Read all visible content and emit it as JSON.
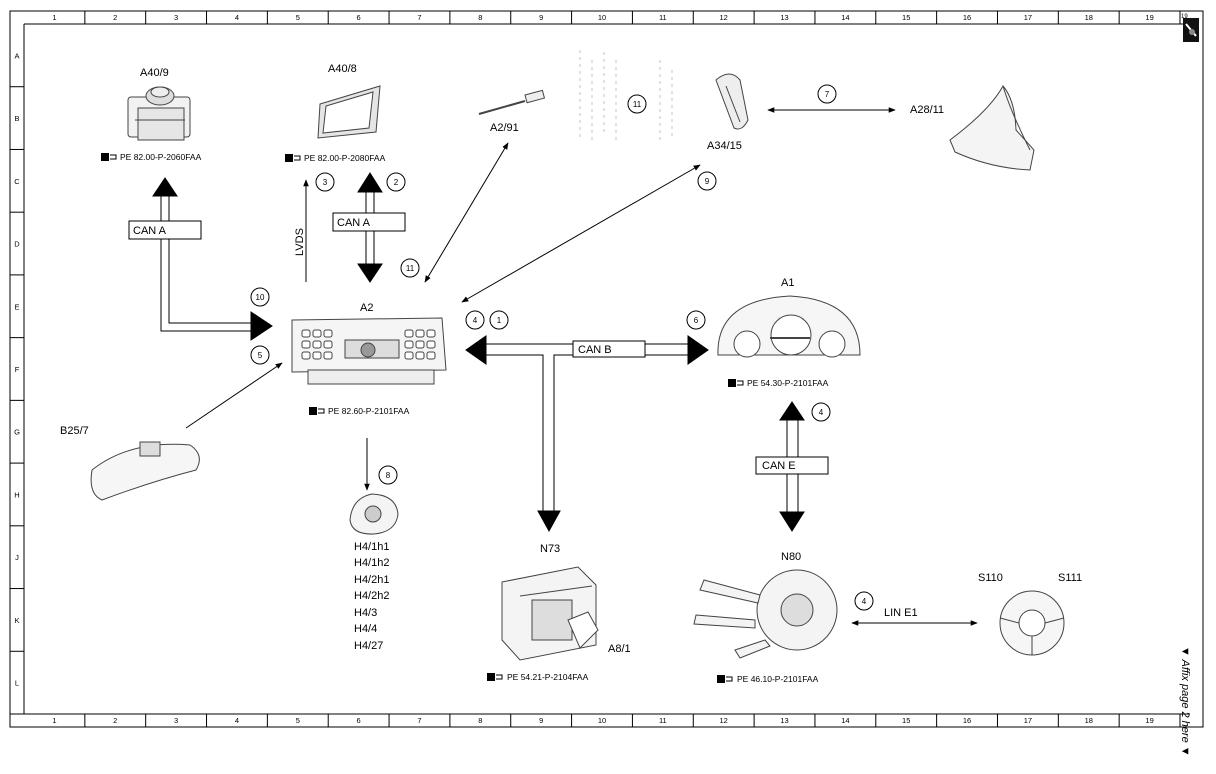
{
  "grid": {
    "columns": [
      "1",
      "2",
      "3",
      "4",
      "5",
      "6",
      "7",
      "8",
      "9",
      "10",
      "11",
      "12",
      "13",
      "14",
      "15",
      "16",
      "17",
      "18",
      "19"
    ],
    "rows": [
      "A",
      "B",
      "C",
      "D",
      "E",
      "F",
      "G",
      "H",
      "J",
      "K",
      "L"
    ]
  },
  "components": {
    "a40_9": {
      "label": "A40/9",
      "ref": "PE 82.00-P-2060FAA"
    },
    "a40_8": {
      "label": "A40/8",
      "ref": "PE 82.00-P-2080FAA"
    },
    "a2_91": {
      "label": "A2/91"
    },
    "a34_15": {
      "label": "A34/15"
    },
    "a28_11": {
      "label": "A28/11"
    },
    "a2": {
      "label": "A2",
      "ref": "PE 82.60-P-2101FAA"
    },
    "a1": {
      "label": "A1",
      "ref": "PE 54.30-P-2101FAA"
    },
    "b25_7": {
      "label": "B25/7"
    },
    "h4": {
      "labels": [
        "H4/1h1",
        "H4/1h2",
        "H4/2h1",
        "H4/2h2",
        "H4/3",
        "H4/4",
        "H4/27"
      ]
    },
    "n73": {
      "label": "N73",
      "ref": "PE 54.21-P-2104FAA"
    },
    "a8_1": {
      "label": "A8/1"
    },
    "n80": {
      "label": "N80",
      "ref": "PE 46.10-P-2101FAA"
    },
    "s110": {
      "label": "S110"
    },
    "s111": {
      "label": "S111"
    }
  },
  "buses": {
    "can_a_left": "CAN A",
    "can_a_right": "CAN A",
    "lvds": "LVDS",
    "can_b": "CAN B",
    "can_e": "CAN E",
    "lin_e1": "LIN E1"
  },
  "callouts": {
    "c1": "1",
    "c2": "2",
    "c3": "3",
    "c4a": "4",
    "c4b": "4",
    "c4c": "4",
    "c5": "5",
    "c6": "6",
    "c7": "7",
    "c8": "8",
    "c9": "9",
    "c10": "10",
    "c11a": "11",
    "c11b": "11"
  },
  "corner_badge": "19",
  "affix_note": "▼ Affix page 2 here ▼"
}
